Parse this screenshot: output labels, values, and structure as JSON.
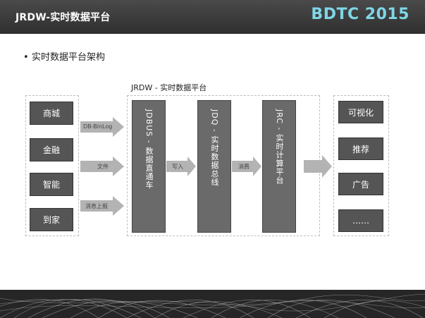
{
  "header": {
    "title": "JRDW-实时数据平台",
    "brand": "BDTC 2015"
  },
  "bullet": {
    "text": "实时数据平台架构"
  },
  "platform_label": "JRDW - 实时数据平台",
  "sources": [
    "商城",
    "金融",
    "智能",
    "到家"
  ],
  "source_arrows": [
    "DB-BinLog",
    "文件",
    "消息上报"
  ],
  "columns": [
    "JDBUS - 数据直通车",
    "JDQ - 实时数据总线",
    "JRC - 实时计算平台"
  ],
  "middle_arrows": [
    "写入",
    "消费"
  ],
  "destinations": [
    "可视化",
    "推荐",
    "广告",
    "……"
  ],
  "colors": {
    "header_bg": "#3a3a3a",
    "brand": "#7fd6e6",
    "box": "#555555",
    "column": "#6a6a6a",
    "arrow": "#b3b3b3"
  }
}
